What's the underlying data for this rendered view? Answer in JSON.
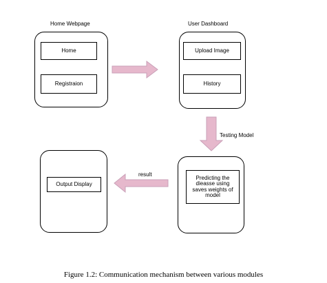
{
  "diagram": {
    "home_module": {
      "title": "Home Webpage",
      "items": [
        "Home",
        "Registraion"
      ]
    },
    "dashboard_module": {
      "title": "User Dashboard",
      "items": [
        "Upload Image",
        "History"
      ]
    },
    "prediction_module": {
      "text": "Predicting the dieasse using saves weights of model"
    },
    "output_module": {
      "text": "Output Display"
    },
    "edges": {
      "home_to_dashboard": "",
      "dashboard_to_prediction": "Testing Model",
      "prediction_to_output": "result"
    },
    "arrow_color": "#e6b8cc",
    "arrow_stroke": "#c9a0b8"
  },
  "caption": "Figure 1.2: Communication mechanism between various modules"
}
